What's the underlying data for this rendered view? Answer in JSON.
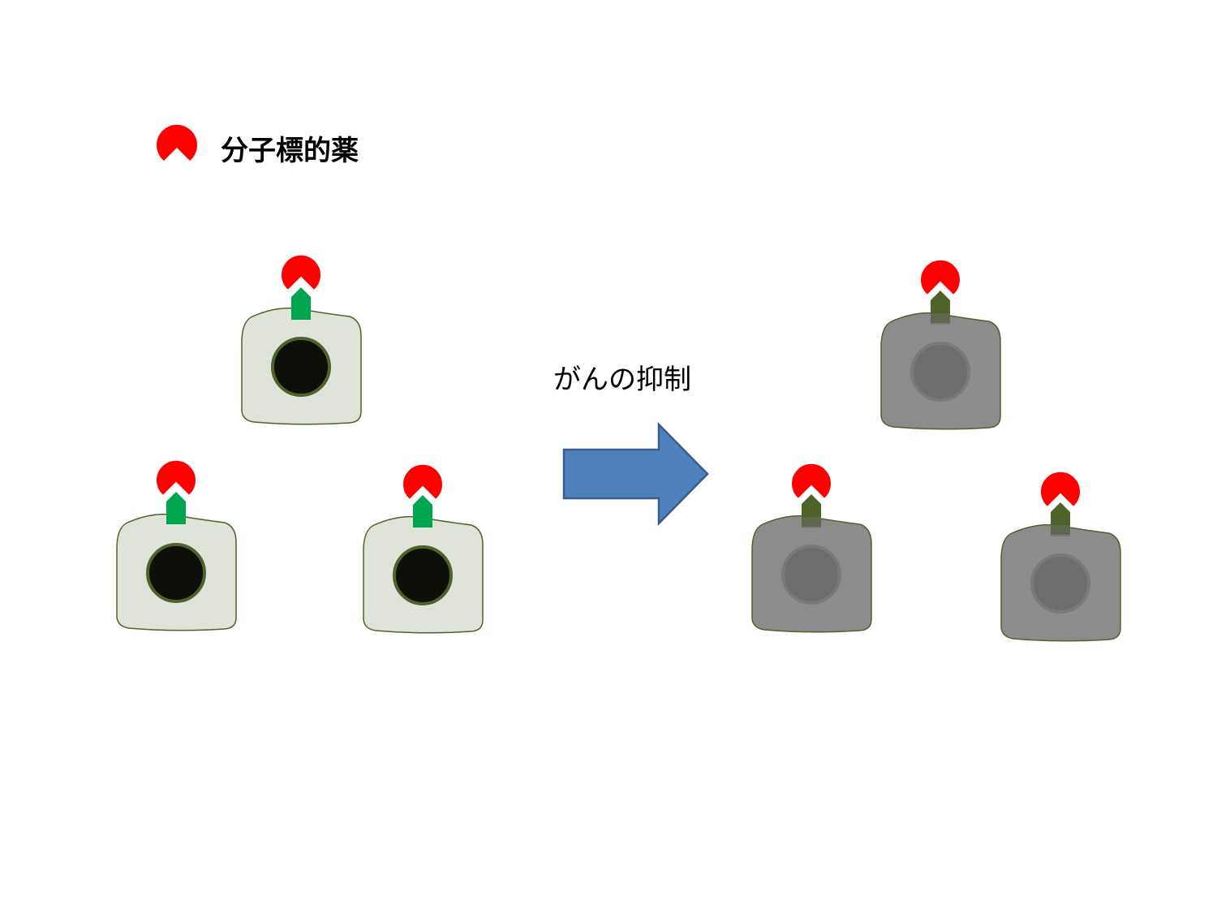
{
  "legend": {
    "label": "分子標的薬",
    "drug_color": "#ff0000"
  },
  "process": {
    "label": "がんの抑制",
    "arrow_color": "#4f81bd",
    "arrow_icon": "right-arrow"
  },
  "colors": {
    "cell_before": "#e0e3da",
    "nucleus_before": "#0d0f08",
    "receptor_before": "#00a550",
    "cell_after": "#8c8c8c",
    "nucleus_after": "#6e6e6e",
    "receptor_after": "#4f6228",
    "outline": "#4f6228"
  },
  "before_cells": [
    {
      "name": "cancer-cell-top",
      "state": "active"
    },
    {
      "name": "cancer-cell-bottom-left",
      "state": "active"
    },
    {
      "name": "cancer-cell-bottom-right",
      "state": "active"
    }
  ],
  "after_cells": [
    {
      "name": "inhibited-cell-top",
      "state": "inhibited"
    },
    {
      "name": "inhibited-cell-bottom-left",
      "state": "inhibited"
    },
    {
      "name": "inhibited-cell-bottom-right",
      "state": "inhibited"
    }
  ]
}
